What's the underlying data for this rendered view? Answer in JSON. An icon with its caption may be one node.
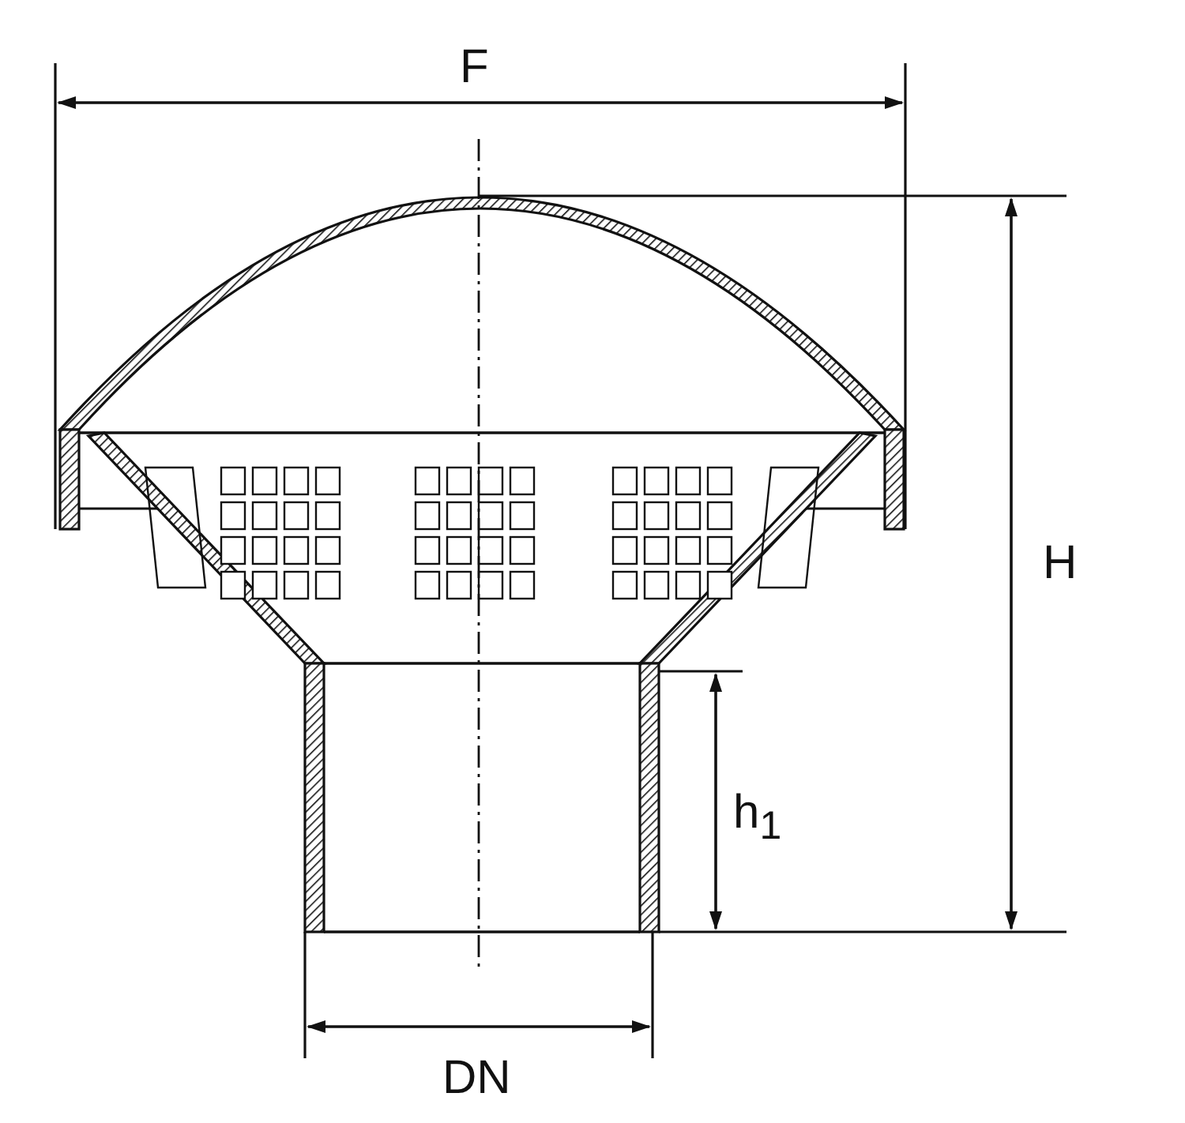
{
  "diagram": {
    "labels": [
      "F",
      "H",
      "h$_{1}$",
      "DN"
    ]
  }
}
